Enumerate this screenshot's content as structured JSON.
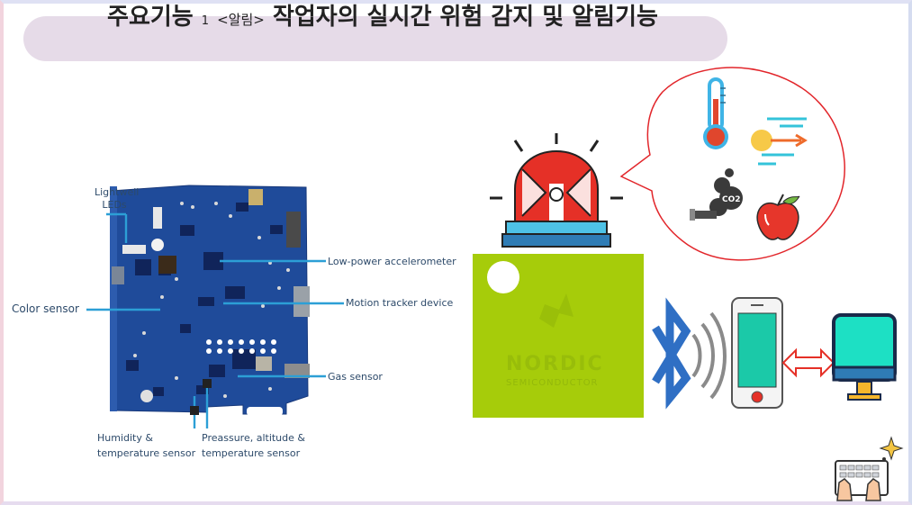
{
  "title": {
    "prefix": "주요기능",
    "number": "1",
    "tag": "<알림>",
    "text": "작업자의 실시간 위험 감지 및 알림기능"
  },
  "board_labels": {
    "lightwell": "Lightwell LEDs",
    "accelerometer": "Low-power accelerometer",
    "motion": "Motion tracker device",
    "color": "Color sensor",
    "gas": "Gas sensor",
    "humidity": "Humidity & temperature sensor",
    "pressure": "Preassure, altitude & temperature sensor"
  },
  "device": {
    "brand": "NORDIC",
    "sub": "SEMICONDUCTOR"
  },
  "icons": [
    "siren-icon",
    "thermometer-icon",
    "wind-icon",
    "co2-exhaust-icon",
    "apple-icon",
    "bluetooth-icon",
    "signal-waves-icon",
    "smartphone-icon",
    "bidirectional-arrow-icon",
    "monitor-icon",
    "typing-hands-icon"
  ],
  "colors": {
    "title_pill": "#e6dbe8",
    "board_blue": "#1f4b9a",
    "leader_line": "#2c9fd6",
    "device_green": "#a6cc0a",
    "siren_red": "#e53027",
    "bluetooth": "#2f6fc4",
    "screen_teal": "#1bc9a8",
    "bubble_stroke": "#e2262b"
  }
}
